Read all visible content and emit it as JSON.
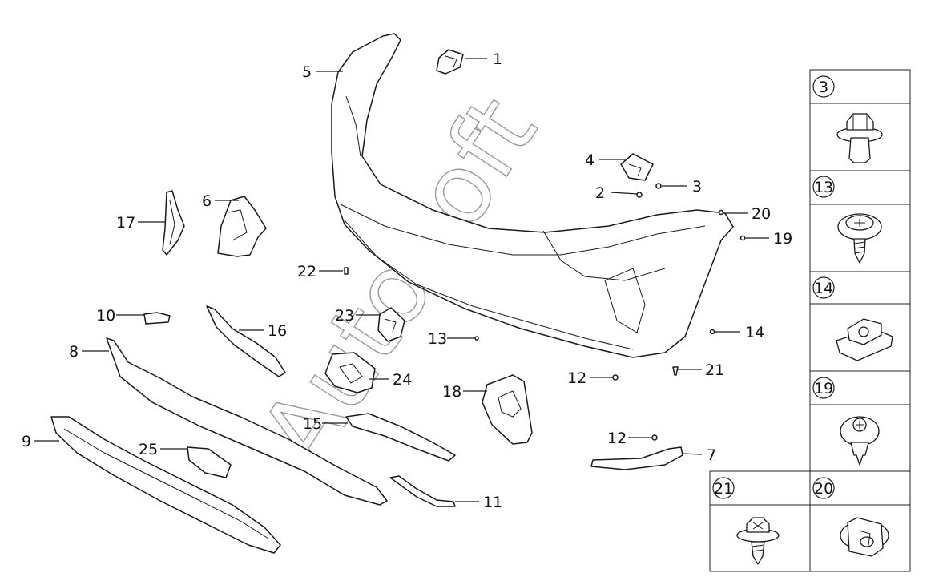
{
  "watermark": "AutoSoft",
  "callouts": [
    {
      "id": "c1",
      "label": "1"
    },
    {
      "id": "c2",
      "label": "2"
    },
    {
      "id": "c3",
      "label": "3"
    },
    {
      "id": "c4",
      "label": "4"
    },
    {
      "id": "c5",
      "label": "5"
    },
    {
      "id": "c6",
      "label": "6"
    },
    {
      "id": "c7",
      "label": "7"
    },
    {
      "id": "c8",
      "label": "8"
    },
    {
      "id": "c9",
      "label": "9"
    },
    {
      "id": "c10",
      "label": "10"
    },
    {
      "id": "c11",
      "label": "11"
    },
    {
      "id": "c12a",
      "label": "12"
    },
    {
      "id": "c12b",
      "label": "12"
    },
    {
      "id": "c13",
      "label": "13"
    },
    {
      "id": "c14",
      "label": "14"
    },
    {
      "id": "c15",
      "label": "15"
    },
    {
      "id": "c16",
      "label": "16"
    },
    {
      "id": "c17",
      "label": "17"
    },
    {
      "id": "c18",
      "label": "18"
    },
    {
      "id": "c19",
      "label": "19"
    },
    {
      "id": "c20",
      "label": "20"
    },
    {
      "id": "c21",
      "label": "21"
    },
    {
      "id": "c22",
      "label": "22"
    },
    {
      "id": "c23",
      "label": "23"
    },
    {
      "id": "c24",
      "label": "24"
    },
    {
      "id": "c25",
      "label": "25"
    }
  ],
  "fastener_legend": [
    {
      "label": "3",
      "icon": "flange-bolt-icon"
    },
    {
      "label": "13",
      "icon": "cross-head-screw-icon"
    },
    {
      "label": "14",
      "icon": "spring-nut-clip-icon"
    },
    {
      "label": "19",
      "icon": "push-rivet-icon"
    },
    {
      "label": "21",
      "icon": "hex-flange-screw-icon"
    },
    {
      "label": "20",
      "icon": "expansion-nut-icon"
    }
  ]
}
